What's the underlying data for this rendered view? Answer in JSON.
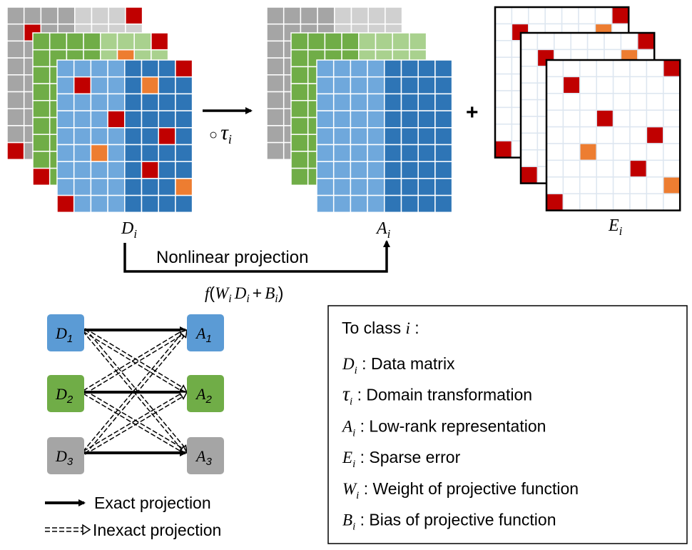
{
  "top_labels": {
    "d": "D",
    "a": "A",
    "e": "E",
    "sub": "i"
  },
  "operator": {
    "circle": "○",
    "tau": "τ",
    "sub": "i"
  },
  "plus": "+",
  "nonlinear_label": "Nonlinear projection",
  "formula": {
    "f": "f",
    "open": "(",
    "W": "W",
    "W_sub": "i",
    "D": "D",
    "D_sub": "i",
    "plus": "+",
    "B": "B",
    "B_sub": "i",
    "close": ")"
  },
  "nodes": {
    "d1": {
      "main": "D",
      "sub": "1"
    },
    "d2": {
      "main": "D",
      "sub": "2"
    },
    "d3": {
      "main": "D",
      "sub": "3"
    },
    "a1": {
      "main": "A",
      "sub": "1"
    },
    "a2": {
      "main": "A",
      "sub": "2"
    },
    "a3": {
      "main": "A",
      "sub": "3"
    }
  },
  "node_colors": {
    "blue": "#5b9bd5",
    "green": "#70ad47",
    "gray": "#a5a5a5"
  },
  "legend": {
    "exact": "Exact projection",
    "inexact": "Inexact projection"
  },
  "info_box": {
    "title_text": "To class ",
    "title_var": "i",
    "title_colon": " :",
    "items": [
      {
        "sym": "D",
        "sub": "i",
        "text": " : Data matrix"
      },
      {
        "sym": "τ",
        "sub": "i",
        "text": " : Domain transformation"
      },
      {
        "sym": "A",
        "sub": "i",
        "text": " : Low-rank representation"
      },
      {
        "sym": "E",
        "sub": "i",
        "text": " : Sparse error"
      },
      {
        "sym": "W",
        "sub": "i",
        "text": " : Weight of projective function"
      },
      {
        "sym": "B",
        "sub": "i",
        "text": " : Bias of projective function"
      }
    ]
  },
  "grid_colors": {
    "light_blue": "#6fa8dc",
    "dark_blue": "#2e75b6",
    "red": "#c00000",
    "orange": "#ed7d31",
    "green": "#70ad47",
    "light_green": "#a9d18e",
    "gray": "#a5a5a5",
    "light_gray": "#d0d0d0"
  }
}
